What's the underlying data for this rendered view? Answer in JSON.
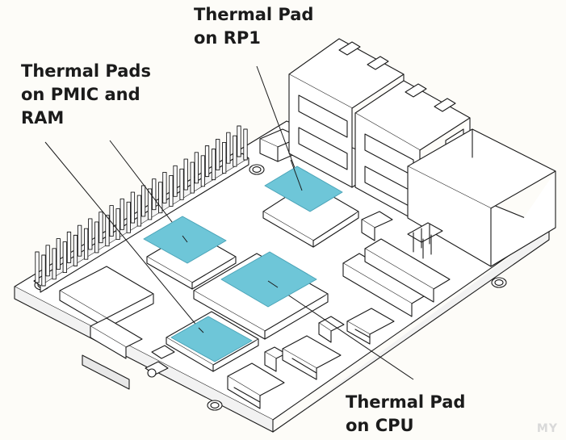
{
  "labels": {
    "rp1": {
      "line1": "Thermal Pad",
      "line2": "on RP1"
    },
    "pmic_ram": {
      "line1": "Thermal Pads",
      "line2": "on PMIC and",
      "line3": "RAM"
    },
    "cpu": {
      "line1": "Thermal Pad",
      "line2": "on CPU"
    }
  },
  "watermark": "MY",
  "colors": {
    "pad": "#6ec6d8",
    "pad_edge": "#4aa3b7",
    "line": "#1a1a1a",
    "board": "#ffffff",
    "background": "#fdfcf8"
  }
}
